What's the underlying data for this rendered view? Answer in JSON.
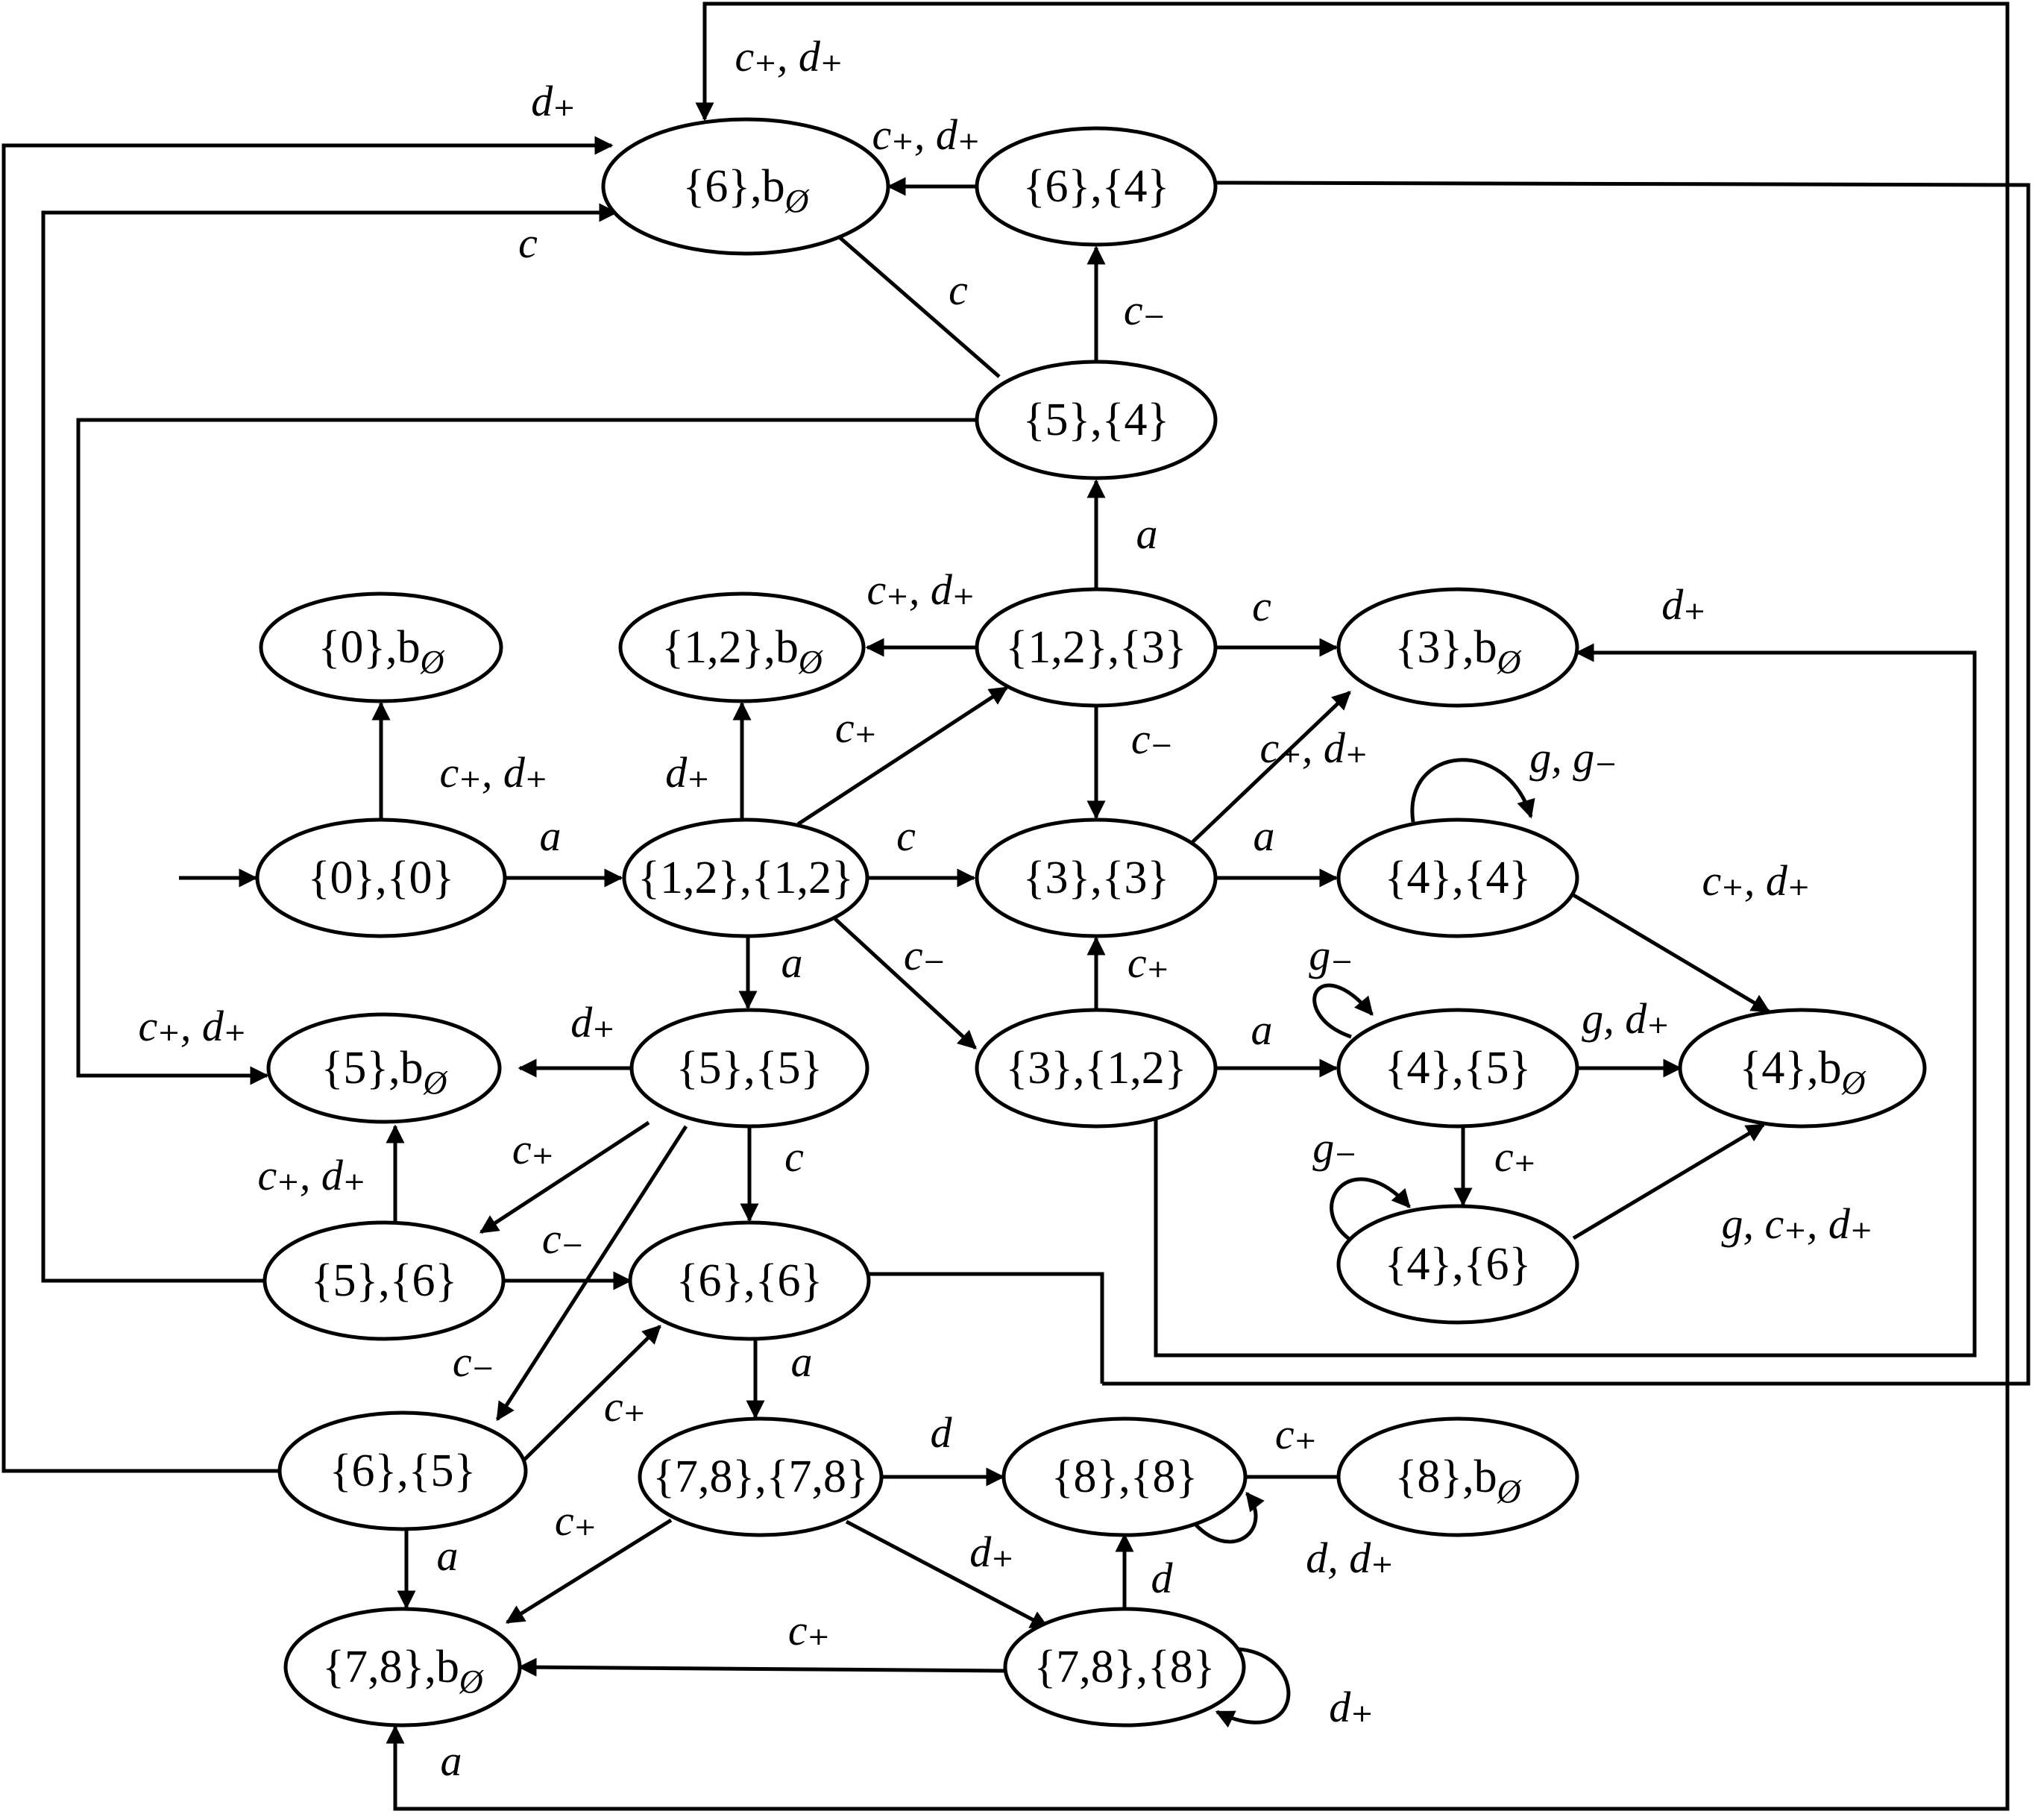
{
  "nodes": [
    {
      "id": "n00",
      "label": "{0},{0}"
    },
    {
      "id": "n0b",
      "label": "{0},b",
      "sub": "Ø"
    },
    {
      "id": "n1212",
      "label": "{1,2},{1,2}"
    },
    {
      "id": "n12b",
      "label": "{1,2},b",
      "sub": "Ø"
    },
    {
      "id": "n123",
      "label": "{1,2},{3}"
    },
    {
      "id": "n54",
      "label": "{5},{4}"
    },
    {
      "id": "n64",
      "label": "{6},{4}"
    },
    {
      "id": "n6b",
      "label": "{6},b",
      "sub": "Ø"
    },
    {
      "id": "n3b",
      "label": "{3},b",
      "sub": "Ø"
    },
    {
      "id": "n33",
      "label": "{3},{3}"
    },
    {
      "id": "n44",
      "label": "{4},{4}"
    },
    {
      "id": "n312",
      "label": "{3},{1,2}"
    },
    {
      "id": "n45",
      "label": "{4},{5}"
    },
    {
      "id": "n4b",
      "label": "{4},b",
      "sub": "Ø"
    },
    {
      "id": "n46",
      "label": "{4},{6}"
    },
    {
      "id": "n55",
      "label": "{5},{5}"
    },
    {
      "id": "n5b",
      "label": "{5},b",
      "sub": "Ø"
    },
    {
      "id": "n56",
      "label": "{5},{6}"
    },
    {
      "id": "n66",
      "label": "{6},{6}"
    },
    {
      "id": "n65",
      "label": "{6},{5}"
    },
    {
      "id": "n7878",
      "label": "{7,8},{7,8}"
    },
    {
      "id": "n88",
      "label": "{8},{8}"
    },
    {
      "id": "n8b",
      "label": "{8},b",
      "sub": "Ø"
    },
    {
      "id": "n78b",
      "label": "{7,8},b",
      "sub": "Ø"
    },
    {
      "id": "n788",
      "label": "{7,8},{8}"
    }
  ],
  "edges": [
    {
      "id": "e-start",
      "label": ""
    },
    {
      "id": "e-00-0b",
      "label": "c₊, d₊"
    },
    {
      "id": "e-00-1212",
      "label": "a"
    },
    {
      "id": "e-1212-12b",
      "label": "d₊"
    },
    {
      "id": "e-1212-123",
      "label": "c₊"
    },
    {
      "id": "e-1212-33",
      "label": "c"
    },
    {
      "id": "e-1212-55",
      "label": "a"
    },
    {
      "id": "e-1212-312",
      "label": "c₋"
    },
    {
      "id": "e-123-12b",
      "label": "c₊, d₊"
    },
    {
      "id": "e-123-54",
      "label": "a"
    },
    {
      "id": "e-123-3b",
      "label": "c"
    },
    {
      "id": "e-123-33",
      "label": "c₋"
    },
    {
      "id": "e-54-64",
      "label": "c₋"
    },
    {
      "id": "e-54-6b",
      "label": "c"
    },
    {
      "id": "e-64-6b",
      "label": "c₊, d₊"
    },
    {
      "id": "e-33-3b",
      "label": "c₊, d₊"
    },
    {
      "id": "e-33-44",
      "label": "a"
    },
    {
      "id": "e-44-loop",
      "label": "g, g₋"
    },
    {
      "id": "e-44-4b",
      "label": "c₊, d₊"
    },
    {
      "id": "e-312-33",
      "label": "c₊"
    },
    {
      "id": "e-312-45",
      "label": "a"
    },
    {
      "id": "e-45-loop",
      "label": "g₋"
    },
    {
      "id": "e-45-4b",
      "label": "g, d₊"
    },
    {
      "id": "e-45-46",
      "label": "c₊"
    },
    {
      "id": "e-46-loop",
      "label": "g₋"
    },
    {
      "id": "e-46-4b",
      "label": "g, c₊, d₊"
    },
    {
      "id": "e-55-5b",
      "label": "d₊"
    },
    {
      "id": "e-55-56",
      "label": "c₊"
    },
    {
      "id": "e-55-66",
      "label": "c"
    },
    {
      "id": "e-55-65",
      "label": "c₋"
    },
    {
      "id": "e-56-5b",
      "label": "c₊, d₊"
    },
    {
      "id": "e-56-66",
      "label": "c₋"
    },
    {
      "id": "e-65-66",
      "label": "c₊"
    },
    {
      "id": "e-65-78b",
      "label": "a"
    },
    {
      "id": "e-66-7878",
      "label": "a"
    },
    {
      "id": "e-7878-88",
      "label": "d"
    },
    {
      "id": "e-7878-78b",
      "label": "c₊"
    },
    {
      "id": "e-7878-788",
      "label": "d₊"
    },
    {
      "id": "e-88-8b",
      "label": "c₊"
    },
    {
      "id": "e-88-loop",
      "label": "d, d₊"
    },
    {
      "id": "e-788-88",
      "label": "d"
    },
    {
      "id": "e-788-78b",
      "label": "c₊"
    },
    {
      "id": "e-788-loop",
      "label": "d₊"
    },
    {
      "id": "e-top-6b",
      "label": "c₊, d₊"
    },
    {
      "id": "e-65-6b",
      "label": "d₊"
    },
    {
      "id": "e-56-6b",
      "label": "c"
    },
    {
      "id": "e-54-5b",
      "label": "c₊, d₊"
    },
    {
      "id": "e-312-3b",
      "label": "d₊"
    },
    {
      "id": "e-64-out",
      "label": ""
    },
    {
      "id": "e-66-out",
      "label": ""
    },
    {
      "id": "e-bottom-78b",
      "label": "a"
    }
  ]
}
